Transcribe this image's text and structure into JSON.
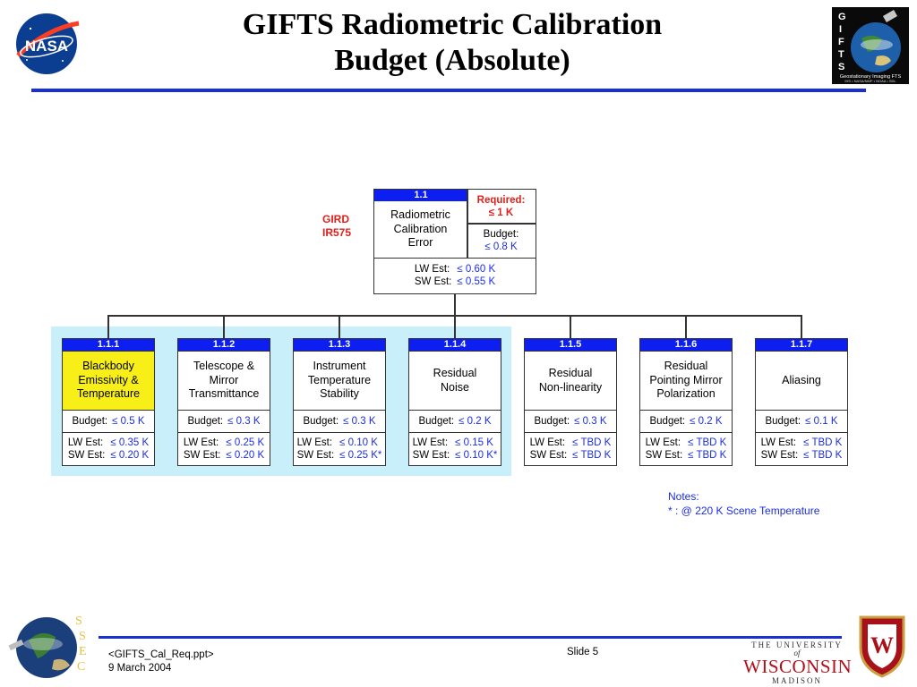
{
  "title_lines": [
    "GIFTS Radiometric Calibration",
    "Budget (Absolute)"
  ],
  "logos": {
    "nasa_text": "NASA",
    "gifts_letters": [
      "G",
      "I",
      "F",
      "T",
      "S"
    ],
    "gifts_caption": "Geostationary Imaging FTS",
    "gifts_subcaption": "IHS • NASA/NMP • NOAA • SDL",
    "ssec_letters": [
      "S",
      "S",
      "E",
      "C"
    ],
    "uw_line1": "THE UNIVERSITY",
    "uw_of": "of",
    "uw_line2": "WISCONSIN",
    "uw_line3": "MADISON",
    "crest_letter": "W"
  },
  "gird": [
    "GIRD",
    "IR575"
  ],
  "top_box": {
    "id": "1.1",
    "name": [
      "Radiometric",
      "Calibration",
      "Error"
    ],
    "required_label": "Required:",
    "required_value": "≤ 1 K",
    "budget_label": "Budget:",
    "budget_value": "≤ 0.8 K",
    "lw_label": "LW Est:",
    "lw_value": "≤ 0.60 K",
    "sw_label": "SW Est:",
    "sw_value": "≤ 0.55 K"
  },
  "items": [
    {
      "id": "1.1.1",
      "name": [
        "Blackbody",
        "Emissivity &",
        "Temperature"
      ],
      "highlight": true,
      "budget": "≤ 0.5 K",
      "lw": "≤ 0.35 K",
      "sw": "≤ 0.20 K"
    },
    {
      "id": "1.1.2",
      "name": [
        "Telescope &",
        "Mirror",
        "Transmittance"
      ],
      "highlight": false,
      "budget": "≤ 0.3 K",
      "lw": "≤ 0.25 K",
      "sw": "≤ 0.20 K"
    },
    {
      "id": "1.1.3",
      "name": [
        "Instrument",
        "Temperature",
        "Stability"
      ],
      "highlight": false,
      "budget": "≤ 0.3 K",
      "lw": "≤ 0.10 K",
      "sw": "≤ 0.25 K*"
    },
    {
      "id": "1.1.4",
      "name": [
        "Residual",
        "Noise"
      ],
      "highlight": false,
      "budget": "≤ 0.2 K",
      "lw": "≤ 0.15 K",
      "sw": "≤ 0.10 K*"
    },
    {
      "id": "1.1.5",
      "name": [
        "Residual",
        "Non-linearity"
      ],
      "highlight": false,
      "budget": "≤ 0.3 K",
      "lw": "≤ TBD K",
      "sw": "≤ TBD K"
    },
    {
      "id": "1.1.6",
      "name": [
        "Residual",
        "Pointing Mirror",
        "Polarization"
      ],
      "highlight": false,
      "budget": "≤ 0.2 K",
      "lw": "≤ TBD K",
      "sw": "≤ TBD K"
    },
    {
      "id": "1.1.7",
      "name": [
        "Aliasing"
      ],
      "highlight": false,
      "budget": "≤ 0.1 K",
      "lw": "≤ TBD K",
      "sw": "≤ TBD K"
    }
  ],
  "labels": {
    "budget": "Budget:",
    "lw": "LW Est:",
    "sw": "SW Est:"
  },
  "notes": {
    "heading": "Notes:",
    "line": "* :  @ 220 K Scene Temperature"
  },
  "colors": {
    "header_blue": "#0c1ef0",
    "panel_cyan": "#c9f0fa",
    "highlight_yellow": "#f8ef19",
    "rule_blue": "#1a2fd6",
    "value_blue": "#1c2ee0",
    "required_red": "#e0201a"
  },
  "footer": {
    "file": "<GIFTS_Cal_Req.ppt>",
    "date": "9 March 2004",
    "slide": "Slide 5"
  }
}
